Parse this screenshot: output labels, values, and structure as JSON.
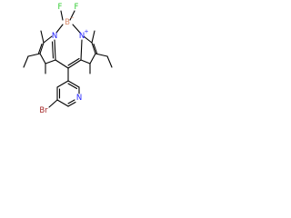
{
  "molecule": {
    "atoms": {
      "fluorine_left": "F",
      "fluorine_right": "F",
      "boron": "B",
      "boron_charge": "−",
      "nitrogen_left": "N",
      "nitrogen_right": "N",
      "nitrogen_right_charge": "+",
      "nitrogen_pyridine": "N",
      "bromine": "Br"
    },
    "colors": {
      "bond": "#000000",
      "fluorine": "#33cc33",
      "boron": "#d98c6c",
      "nitrogen": "#2020ff",
      "bromine": "#a52a2a"
    }
  }
}
